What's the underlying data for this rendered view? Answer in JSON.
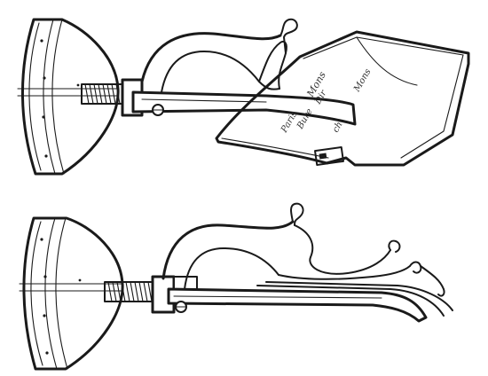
{
  "engraving": {
    "top_figure": {
      "envelope_script": [
        "Mons",
        "ch",
        "Dir",
        "Mons",
        "Bure",
        "Paris"
      ]
    },
    "bottom_figure": {}
  },
  "colors": {
    "ink": "#1a1a1a",
    "paper": "#ffffff"
  }
}
